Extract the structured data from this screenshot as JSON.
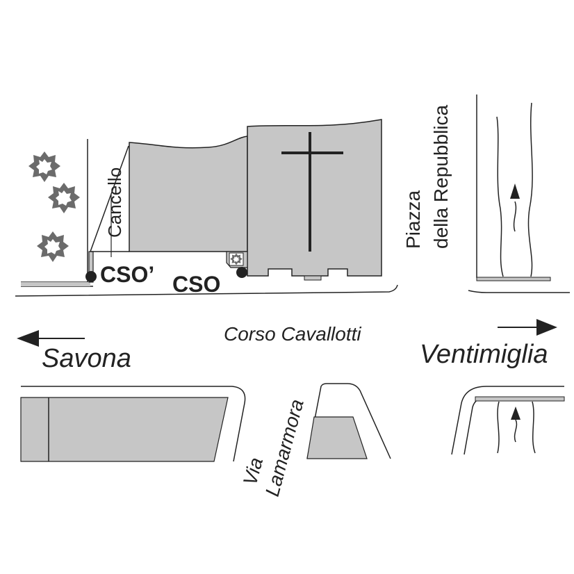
{
  "labels": {
    "corso": "Corso Cavallotti",
    "savona": "Savona",
    "ventimiglia": "Ventimiglia",
    "piazza_line1": "Piazza",
    "piazza_line2": "della Repubblica",
    "lamarmora_line1": "Via",
    "lamarmora_line2": "Lamarmora",
    "cancello": "Cancello",
    "cso_prime": "CSO’",
    "cso": "CSO"
  },
  "colors": {
    "building_fill": "#c6c6c6",
    "line": "#222222",
    "tree": "#6b6b6b"
  },
  "icons": [
    "tree-icon",
    "cross-icon",
    "arrow-left-icon",
    "arrow-right-icon",
    "flow-arrow-icon",
    "location-dot-icon"
  ]
}
